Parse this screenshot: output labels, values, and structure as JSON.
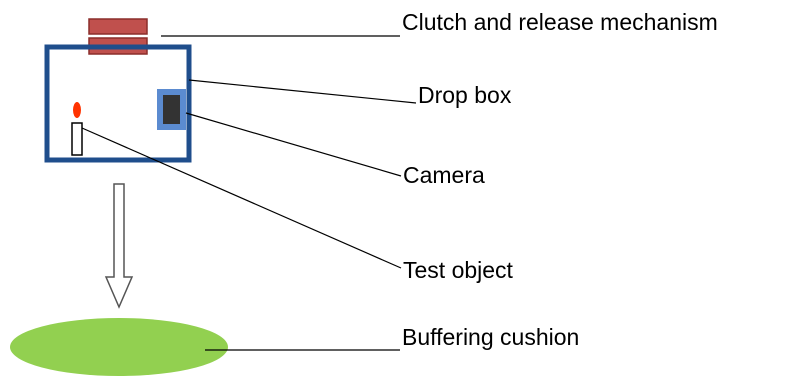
{
  "labels": {
    "clutch": "Clutch and release mechanism",
    "drop_box": "Drop box",
    "camera": "Camera",
    "test_object": "Test object",
    "cushion": "Buffering cushion"
  },
  "colors": {
    "clutch_fill": "#c0504d",
    "clutch_stroke": "#8b2e2b",
    "box_stroke": "#1f4e8c",
    "camera_frame": "#5b8bd0",
    "camera_body": "#333333",
    "flame": "#ff3300",
    "cushion": "#92d050",
    "leader_line": "#000000",
    "arrow_stroke": "#555555"
  }
}
